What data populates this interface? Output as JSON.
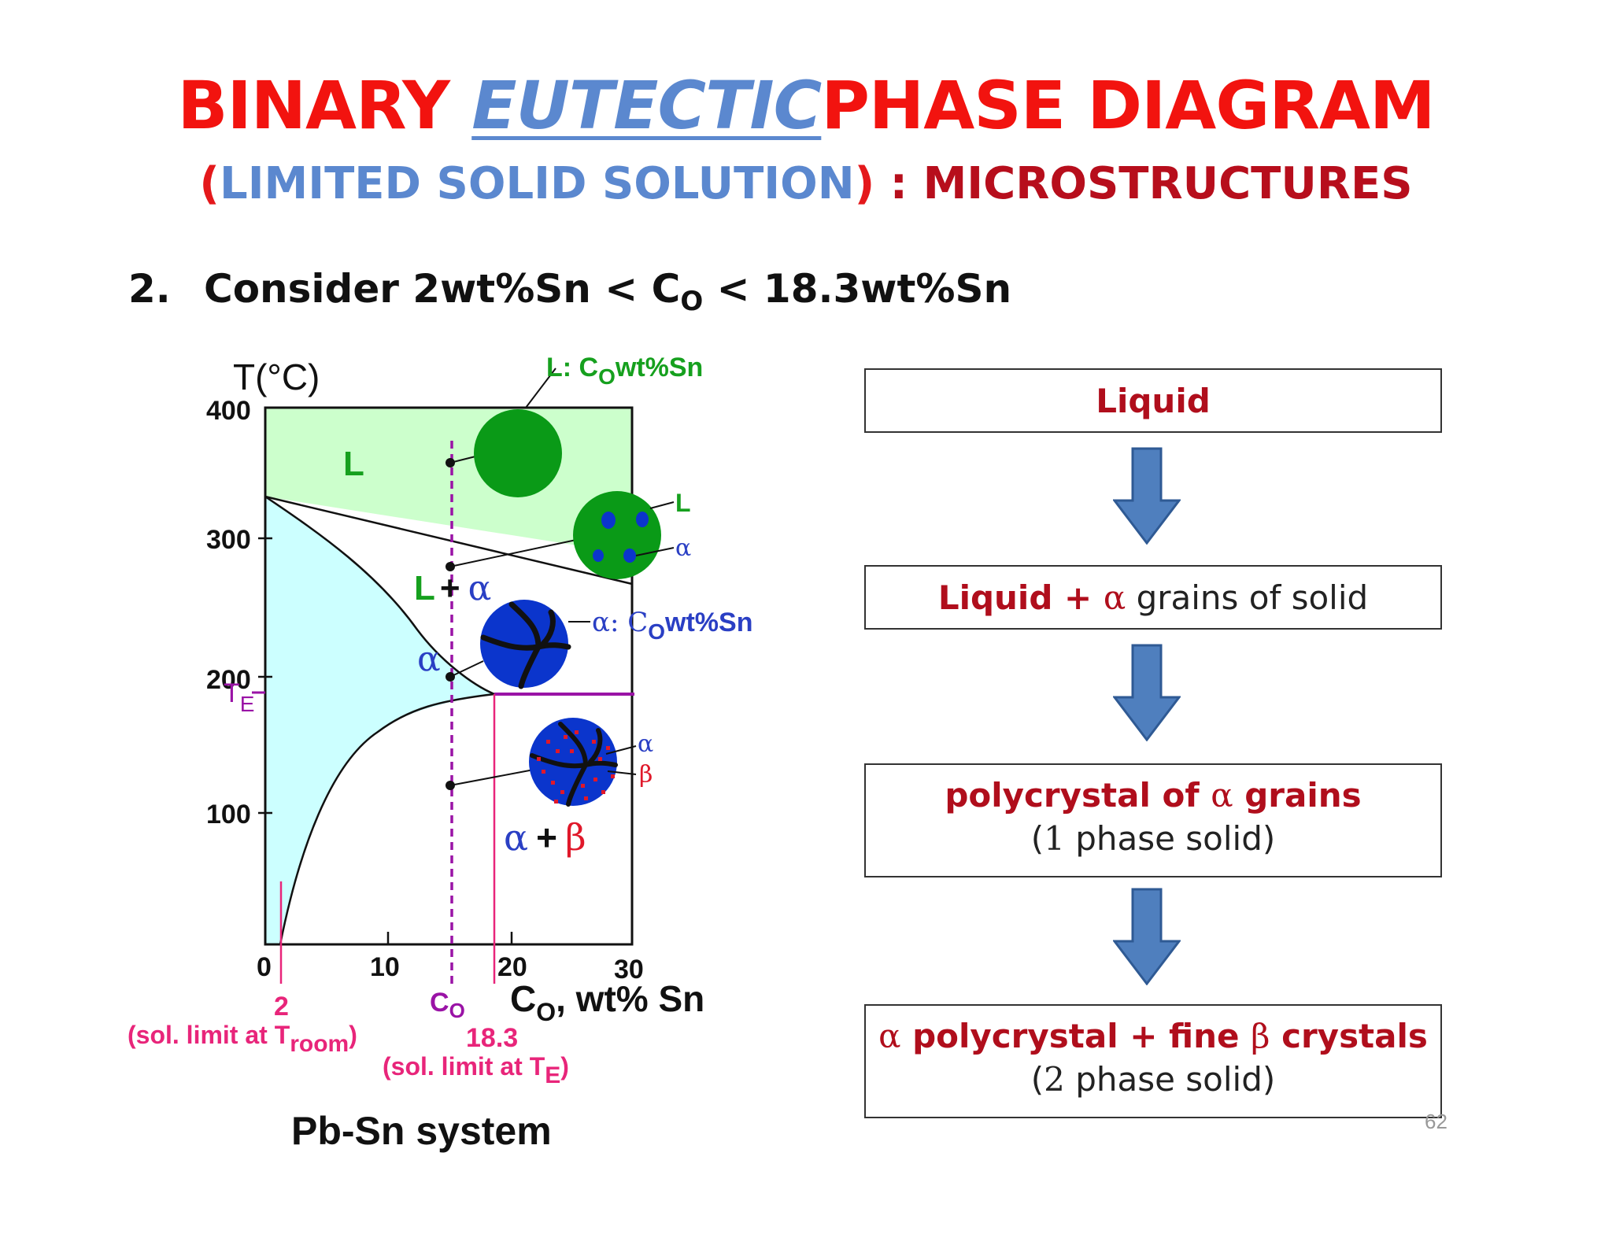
{
  "title": {
    "part1": "BINARY ",
    "part2": "EUTECTIC",
    "part3": "PHASE DIAGRAM",
    "sub_open": "(",
    "sub_main": "LIMITED SOLID SOLUTION",
    "sub_close": ")",
    "sub_colon": " : ",
    "sub_micro": "MICROSTRUCTURES"
  },
  "consider": {
    "number": "2.",
    "text_a": "Consider 2wt%Sn < C",
    "sub": "O",
    "text_b": " < 18.3wt%Sn"
  },
  "diagram": {
    "y_axis_title": "T(°C)",
    "y_ticks": [
      "400",
      "300",
      "200",
      "100"
    ],
    "te_label": "T",
    "te_sub": "E",
    "x_ticks": [
      "0",
      "10",
      "20",
      "30"
    ],
    "x_axis_title_c": "C",
    "x_axis_title_sub": "O",
    "x_axis_title_rest": ", wt% Sn",
    "region_L": "L",
    "region_L_alpha_L": "L",
    "region_L_alpha_plus": "+",
    "region_L_alpha_alpha": "α",
    "region_alpha": "α",
    "region_ab_alpha": "α",
    "region_ab_plus": "+",
    "region_ab_beta": "β",
    "callout_L_a": "L: C",
    "callout_L_sub": "O",
    "callout_L_b": "wt%Sn",
    "callout_L2": "L",
    "callout_alpha2": "α",
    "callout_alpha_a": "α: C",
    "callout_alpha_sub": "O",
    "callout_alpha_b": "wt%Sn",
    "callout_alpha4": "α",
    "callout_beta4": "β",
    "mark_2": "2",
    "mark_2_note_a": "(sol. limit at T",
    "mark_2_note_sub": "room",
    "mark_2_note_b": ")",
    "mark_co": "C",
    "mark_co_sub": "O",
    "mark_183": "18.3",
    "mark_183_note_a": "(sol. limit at T",
    "mark_183_note_sub": "E",
    "mark_183_note_b": ")",
    "caption": "Pb-Sn system"
  },
  "flow": [
    {
      "line1": "Liquid",
      "line2": ""
    },
    {
      "line1_red": "Liquid + ",
      "line1_greek": "α",
      "line1_rest": " grains of solid"
    },
    {
      "line1_a": "polycrystal of ",
      "line1_greek": "α",
      "line1_b": " grains",
      "line2_a": "(",
      "line2_num": "1",
      "line2_b": " phase solid)"
    },
    {
      "line1_greek1": "α",
      "line1_a": " polycrystal + fine ",
      "line1_greek2": "β",
      "line1_b": " crystals",
      "line2_a": "(",
      "line2_num": "2",
      "line2_b": " phase solid)"
    }
  ],
  "page_number": "62",
  "colors": {
    "title_red": "#f2130f",
    "eutectic_blue": "#5b88cf",
    "micro_dark_red": "#b70e1c",
    "liquid_region": "#ccffcc",
    "alpha_region": "#ccffff",
    "liquid_grain": "#0a9a17",
    "solid_grain": "#0b35cc",
    "eutectic_line": "#9a13a6",
    "limit_line": "#e8257a",
    "arrow_blue": "#4f7fbe"
  }
}
